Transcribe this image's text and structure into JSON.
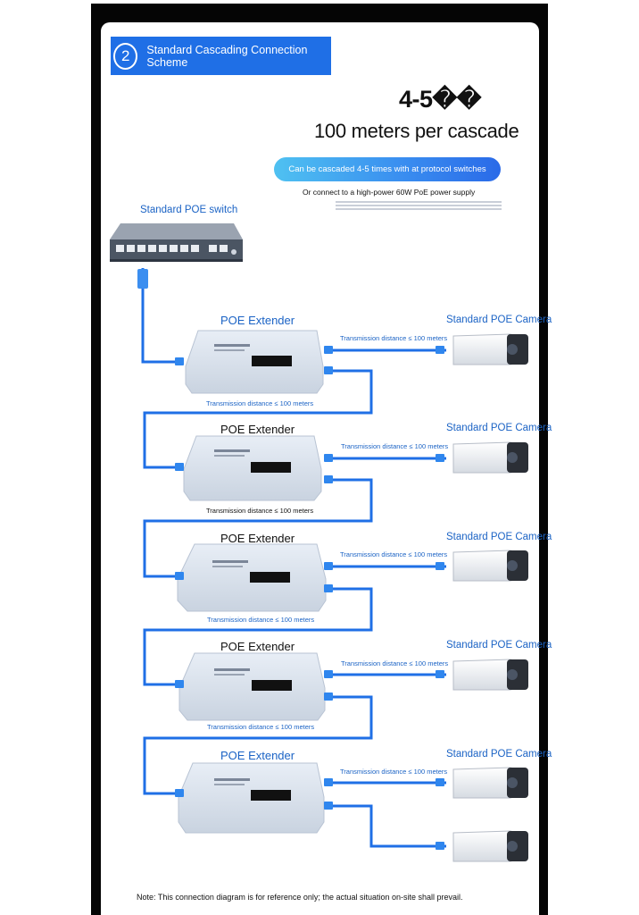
{
  "header": {
    "step_number": "2",
    "title": "Standard Cascading Connection Scheme"
  },
  "summary": {
    "cascade_count": "4-5��",
    "distance_per_cascade": "100 meters per cascade",
    "pill_text": "Can be cascaded 4-5 times with at protocol switches",
    "power_note": "Or connect to a high-power 60W PoE power supply"
  },
  "diagram": {
    "switch_label": "Standard POE switch",
    "extenders": [
      {
        "label": "POE Extender",
        "camera_label": "Standard POE Camera",
        "camera_distance": "Transmission distance ≤ 100 meters",
        "link_distance": "Transmission distance ≤ 100 meters"
      },
      {
        "label": "POE Extender",
        "camera_label": "Standard POE Camera",
        "camera_distance": "Transmission distance ≤ 100 meters",
        "link_distance": "Transmission distance ≤ 100 meters"
      },
      {
        "label": "POE Extender",
        "camera_label": "Standard POE Camera",
        "camera_distance": "Transmission distance ≤ 100 meters",
        "link_distance": "Transmission distance ≤ 100 meters"
      },
      {
        "label": "POE Extender",
        "camera_label": "Standard POE Camera",
        "camera_distance": "Transmission distance ≤ 100 meters",
        "link_distance": "Transmission distance ≤ 100 meters"
      },
      {
        "label": "POE Extender",
        "camera_label": "Standard POE Camera",
        "camera_distance": "Transmission distance ≤ 100 meters"
      }
    ],
    "colors": {
      "cable": "#1f6fe6",
      "label": "#1b63c5",
      "extender_body": "#dde5f0"
    }
  },
  "footer": {
    "note": "Note: This connection diagram is for reference only; the actual situation on-site shall prevail."
  }
}
